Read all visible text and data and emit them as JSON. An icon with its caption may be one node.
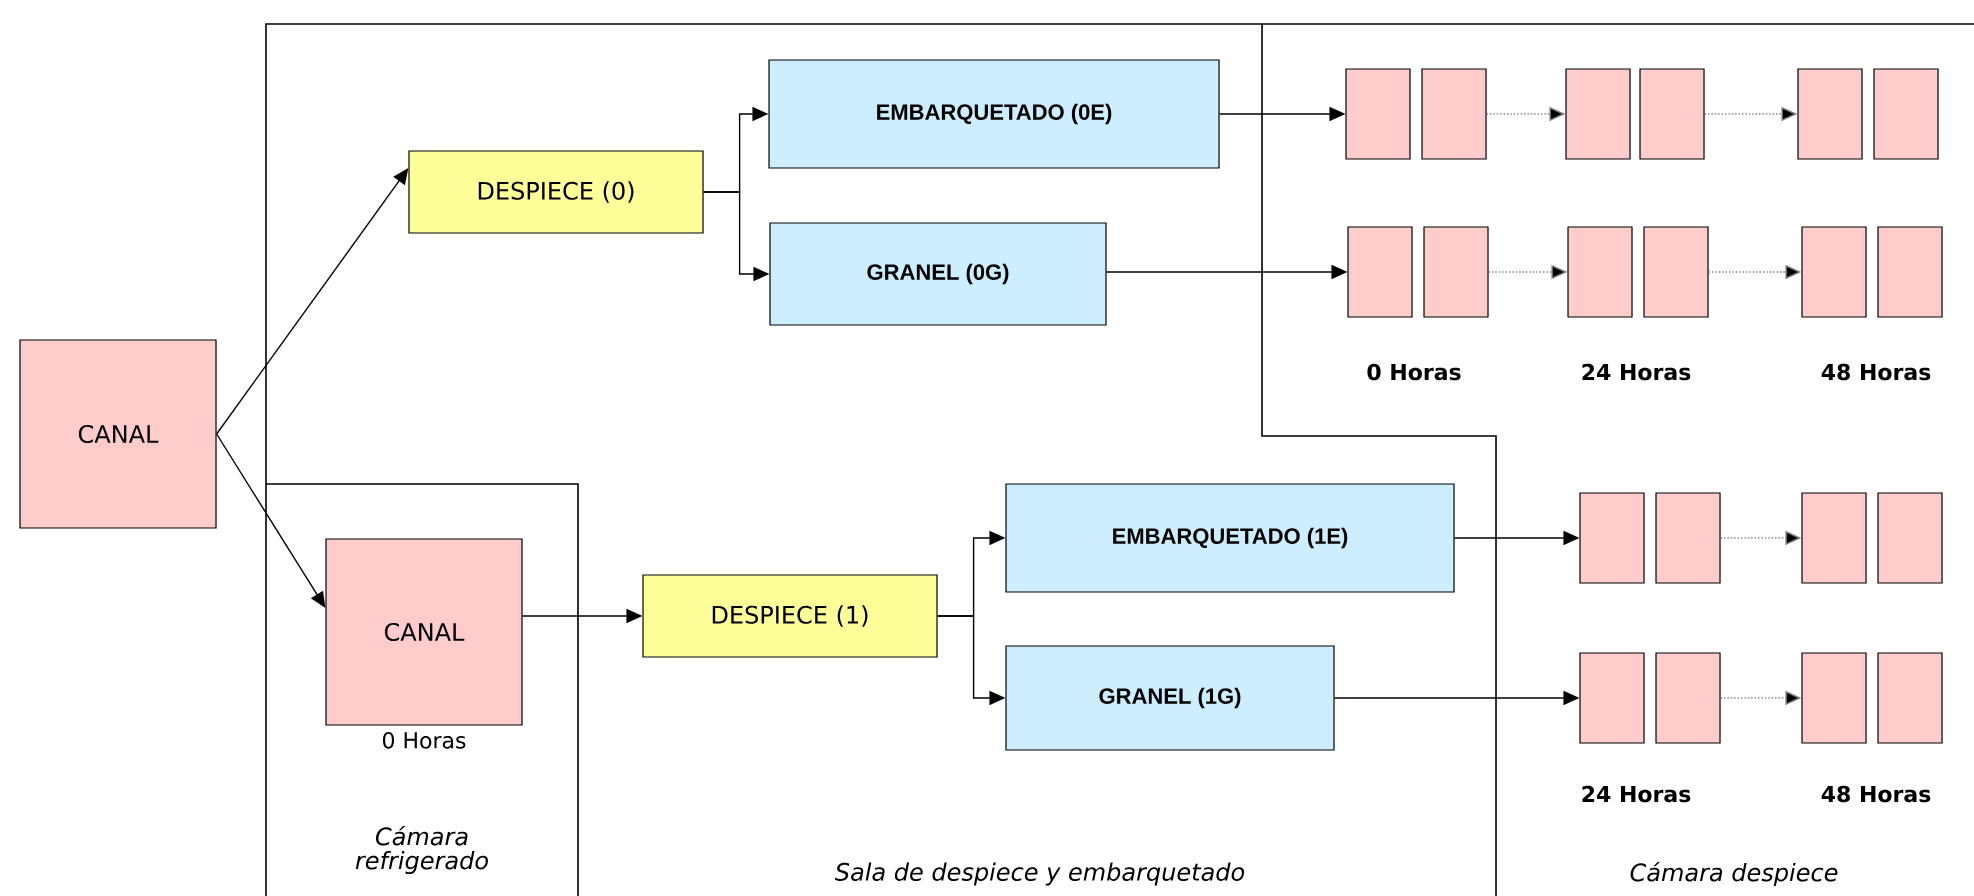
{
  "diagram": {
    "nodes": [
      {
        "text": [
          "CANAL"
        ]
      },
      {
        "text": [
          "DESPIECE (0)"
        ]
      },
      {
        "text": [
          "EMBARQUETADO (0E)"
        ]
      },
      {
        "text": [
          "GRANEL (0G)"
        ]
      },
      {
        "text": [],
        "shape": "box"
      },
      {
        "text": [],
        "shape": "box"
      },
      {
        "text": [],
        "shape": "box"
      },
      {
        "text": [],
        "shape": "box"
      },
      {
        "text": [],
        "shape": "box"
      },
      {
        "text": [],
        "shape": "box"
      },
      {
        "text": [],
        "shape": "box"
      },
      {
        "text": [],
        "shape": "box"
      },
      {
        "text": [],
        "shape": "box"
      },
      {
        "text": [],
        "shape": "box"
      },
      {
        "text": [],
        "shape": "box"
      },
      {
        "text": [],
        "shape": "box"
      },
      {
        "text": [
          "CANAL"
        ],
        "beside": [
          "0 Horas"
        ]
      },
      {
        "text": [
          "DESPIECE (1)"
        ]
      },
      {
        "text": [
          "EMBARQUETADO (1E)"
        ]
      },
      {
        "text": [
          "GRANEL (1G)"
        ]
      },
      {
        "text": [],
        "shape": "box"
      },
      {
        "text": [],
        "shape": "box"
      },
      {
        "text": [],
        "shape": "box"
      },
      {
        "text": [],
        "shape": "box"
      },
      {
        "text": [],
        "shape": "box"
      },
      {
        "text": [],
        "shape": "box"
      },
      {
        "text": [],
        "shape": "box"
      },
      {
        "text": [],
        "shape": "box"
      }
    ],
    "edges": [
      {
        "from": 0,
        "to": 1,
        "arrow": "to"
      },
      {
        "from": 0,
        "to": 16,
        "arrow": "to"
      },
      {
        "from": 1,
        "to": 2,
        "arrow": "to"
      },
      {
        "from": 1,
        "to": 3,
        "arrow": "to"
      },
      {
        "from": 2,
        "to": 4,
        "arrow": "to"
      },
      {
        "from": 5,
        "to": 6,
        "arrow": "to",
        "style": "dashed",
        "color": "#808080"
      },
      {
        "from": 7,
        "to": 8,
        "arrow": "to",
        "style": "dashed",
        "color": "#808080"
      },
      {
        "from": 3,
        "to": 10,
        "arrow": "to"
      },
      {
        "from": 11,
        "to": 12,
        "arrow": "to",
        "style": "dashed",
        "color": "#808080"
      },
      {
        "from": 13,
        "to": 14,
        "arrow": "to",
        "style": "dashed",
        "color": "#808080"
      },
      {
        "from": 16,
        "to": 17,
        "arrow": "to"
      },
      {
        "from": 17,
        "to": 18,
        "arrow": "to"
      },
      {
        "from": 17,
        "to": 19,
        "arrow": "to"
      },
      {
        "from": 18,
        "to": 20,
        "arrow": "to"
      },
      {
        "from": 21,
        "to": 22,
        "arrow": "to",
        "style": "dashed",
        "color": "#808080"
      },
      {
        "from": 19,
        "to": 24,
        "arrow": "to"
      },
      {
        "from": 25,
        "to": 26,
        "arrow": "to",
        "style": "dashed",
        "color": "#808080"
      }
    ],
    "labels": [
      "0 Horas",
      "24 Horas",
      "48 Horas",
      "24 Horas",
      "48 Horas",
      "Cámara refrigerado",
      "Sala de despiece y embarquetado",
      "Cámara despiece"
    ]
  }
}
